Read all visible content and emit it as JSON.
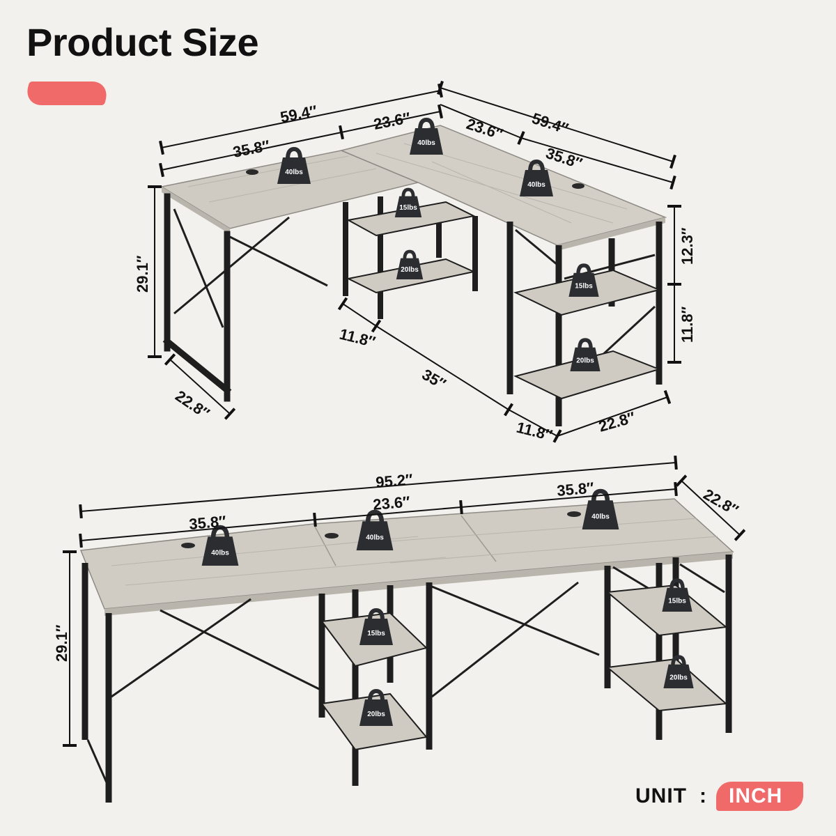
{
  "title": "Product Size",
  "unit": {
    "label": "UNIT",
    "separator": ":",
    "value": "INCH"
  },
  "colors": {
    "accent": "#f06a6a",
    "wood": "#cfcbc3",
    "frame": "#1e1e1e",
    "background": "#f3f1ed"
  },
  "l_shape": {
    "dims": {
      "left_total": "59.4″",
      "left_top": "35.8″",
      "mid_left": "23.6″",
      "mid_right": "23.6″",
      "right_total": "59.4″",
      "right_top": "35.8″",
      "height": "29.1″",
      "shelf_top": "12.3″",
      "shelf_mid": "11.8″",
      "depth_left": "22.8″",
      "shelf_depth": "11.8″",
      "span": "35″",
      "depth_right_front": "11.8″",
      "depth_right": "22.8″"
    },
    "weights": [
      "40lbs",
      "40lbs",
      "40lbs",
      "15lbs",
      "20lbs",
      "15lbs",
      "20lbs"
    ]
  },
  "straight": {
    "dims": {
      "total": "95.2″",
      "left": "35.8″",
      "middle": "23.6″",
      "right": "35.8″",
      "depth": "22.8″",
      "height": "29.1″"
    },
    "weights": [
      "40lbs",
      "40lbs",
      "40lbs",
      "15lbs",
      "20lbs",
      "15lbs",
      "20lbs"
    ]
  }
}
